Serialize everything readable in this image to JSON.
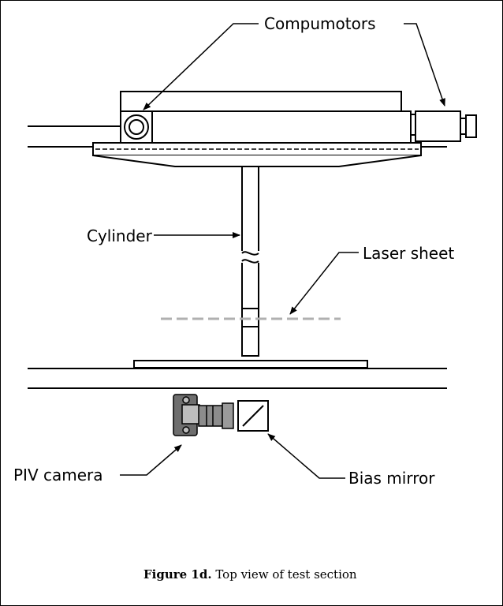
{
  "labels": {
    "compumotors": "Compumotors",
    "cylinder": "Cylinder",
    "laser_sheet": "Laser sheet",
    "piv_camera": "PIV camera",
    "bias_mirror": "Bias mirror"
  },
  "caption": {
    "figure": "Figure 1d.",
    "text": " Top view of test section"
  },
  "colors": {
    "ink": "#000000",
    "laser": "#b0b0b0",
    "camera_body": "#6e6e6e",
    "camera_lens": "#8c8c8c"
  }
}
